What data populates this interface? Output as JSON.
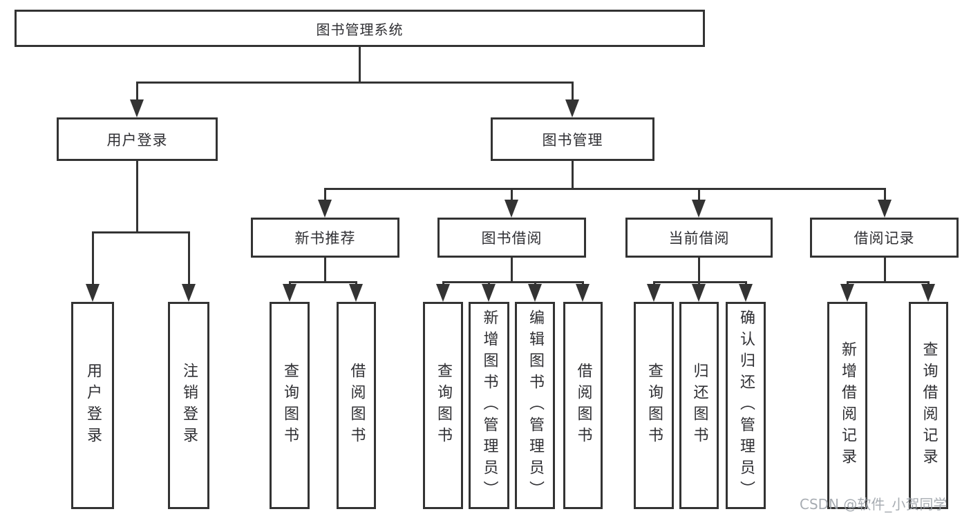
{
  "diagram": {
    "type": "org-chart",
    "watermark": "CSDN @软件_小贺同学",
    "colors": {
      "background": "#ffffff",
      "box_border": "#333333",
      "box_fill": "#ffffff",
      "line": "#333333",
      "text": "#2f2f33",
      "watermark": "#9ba1a8"
    },
    "tree": {
      "label": "图书管理系统",
      "children": [
        {
          "label": "用户登录",
          "children": [
            {
              "label": "用户登录"
            },
            {
              "label": "注销登录"
            }
          ]
        },
        {
          "label": "图书管理",
          "children": [
            {
              "label": "新书推荐",
              "children": [
                {
                  "label": "查询图书"
                },
                {
                  "label": "借阅图书"
                }
              ]
            },
            {
              "label": "图书借阅",
              "children": [
                {
                  "label": "查询图书"
                },
                {
                  "label": "新增图书（管理员）"
                },
                {
                  "label": "编辑图书（管理员）"
                },
                {
                  "label": "借阅图书"
                }
              ]
            },
            {
              "label": "当前借阅",
              "children": [
                {
                  "label": "查询图书"
                },
                {
                  "label": "归还图书"
                },
                {
                  "label": "确认归还（管理员）"
                }
              ]
            },
            {
              "label": "借阅记录",
              "children": [
                {
                  "label": "新增借阅记录"
                },
                {
                  "label": "查询借阅记录"
                }
              ]
            }
          ]
        }
      ]
    }
  }
}
